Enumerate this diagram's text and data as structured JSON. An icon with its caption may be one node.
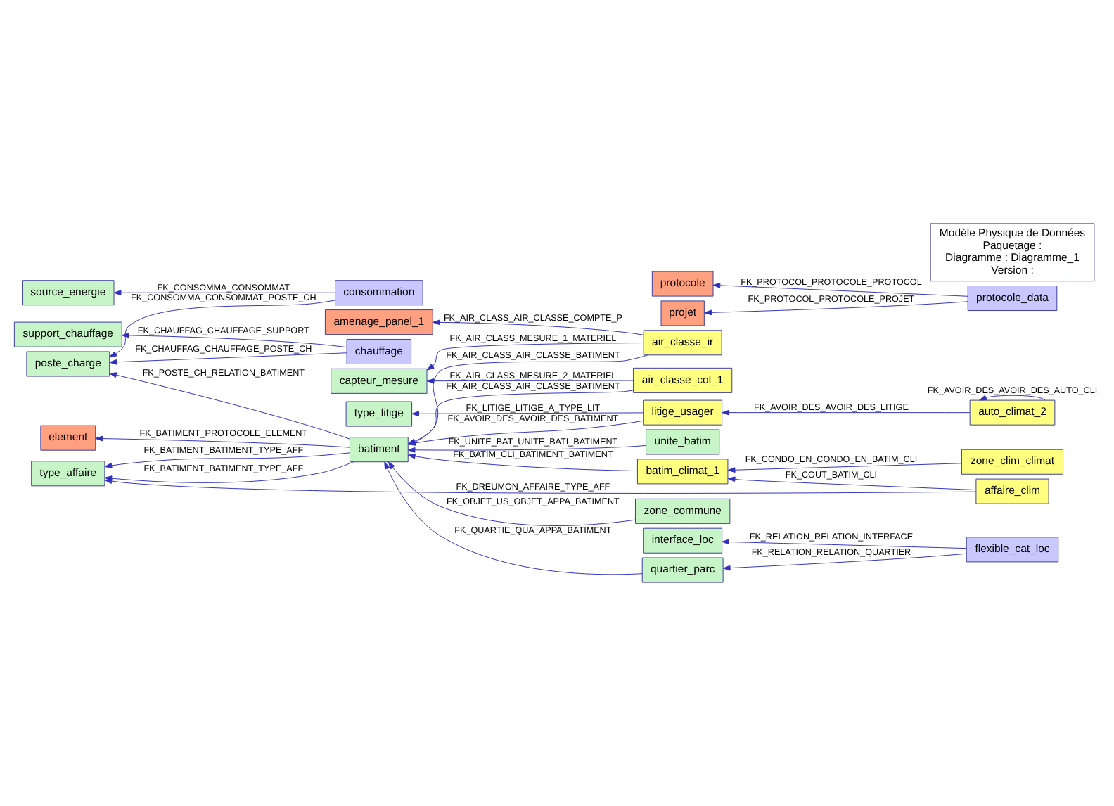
{
  "diagram": {
    "nodes": [
      {
        "text": [
          "support_chauffage"
        ]
      },
      {
        "text": [
          "chauffage"
        ]
      },
      {
        "text": [
          "poste_charge"
        ]
      },
      {
        "text": [
          "batiment"
        ]
      },
      {
        "text": [
          "consommation"
        ]
      },
      {
        "text": [
          "source_energie"
        ]
      },
      {
        "text": [
          "type_litige"
        ]
      },
      {
        "text": [
          "litige_usager"
        ]
      },
      {
        "text": [
          "batim_climat_1"
        ]
      },
      {
        "text": [
          "zone_clim_climat"
        ]
      },
      {
        "text": [
          "affaire_clim"
        ]
      },
      {
        "text": [
          "type_affaire"
        ]
      },
      {
        "text": [
          "protocole"
        ]
      },
      {
        "text": [
          "element"
        ]
      },
      {
        "text": [
          "unite_batim"
        ]
      },
      {
        "text": [
          "air_classe_ir"
        ]
      },
      {
        "text": [
          "air_classe_col_1"
        ]
      },
      {
        "text": [
          "quartier_parc"
        ]
      },
      {
        "text": [
          "flexible_cat_loc"
        ]
      },
      {
        "text": [
          "interface_loc"
        ]
      },
      {
        "text": [
          "zone_commune"
        ]
      },
      {
        "text": [
          "amenage_panel_1"
        ]
      },
      {
        "text": [
          "capteur_mesure"
        ]
      },
      {
        "text": [
          "auto_climat_2"
        ]
      },
      {
        "text": [
          "protocole_data"
        ]
      },
      {
        "text": [
          "projet"
        ]
      },
      {
        "text": [
          "Modèle Physique de Données",
          "Paquetage :",
          "Diagramme : Diagramme_1",
          "Version :"
        ]
      }
    ],
    "edges": [
      {
        "from": 1,
        "to": 0,
        "arrow": "to",
        "label": "FK_CHAUFFAG_CHAUFFAGE_SUPPORT"
      },
      {
        "from": 1,
        "to": 2,
        "arrow": "to",
        "label": "FK_CHAUFFAG_CHAUFFAGE_POSTE_CH"
      },
      {
        "from": 3,
        "to": 2,
        "arrow": "to",
        "label": "FK_POSTE_CH_RELATION_BATIMENT"
      },
      {
        "from": 4,
        "to": 2,
        "arrow": "to",
        "label": "FK_CONSOMMA_CONSOMMAT_POSTE_CH"
      },
      {
        "from": 4,
        "to": 5,
        "arrow": "to",
        "label": "FK_CONSOMMA_CONSOMMAT"
      },
      {
        "from": 7,
        "to": 6,
        "arrow": "to",
        "label": "FK_LITIGE_LITIGE_A_TYPE_LIT"
      },
      {
        "from": 7,
        "to": 3,
        "arrow": "to",
        "label": "FK_AVOIR_DES_AVOIR_DES_BATIMENT"
      },
      {
        "from": 9,
        "to": 8,
        "arrow": "to",
        "label": "FK_CONDO_EN_CONDO_EN_BATIM_CLI"
      },
      {
        "from": 8,
        "to": 3,
        "arrow": "to",
        "label": "FK_BATIM_CLI_BATIMENT_BATIMENT"
      },
      {
        "from": 10,
        "to": 8,
        "arrow": "to",
        "label": "FK_COUT_BATIM_CLI"
      },
      {
        "from": 10,
        "to": 11,
        "arrow": "to",
        "label": "FK_DREUMON_AFFAIRE_TYPE_AFF"
      },
      {
        "from": 3,
        "to": 11,
        "arrow": "to",
        "label": "FK_BATIMENT_BATIMENT_TYPE_AFF"
      },
      {
        "from": 3,
        "to": 11,
        "arrow": "to",
        "label": "FK_BATIMENT_BATIMENT_TYPE_AFF"
      },
      {
        "from": 3,
        "to": 13,
        "arrow": "to",
        "label": "FK_BATIMENT_PROTOCOLE_ELEMENT"
      },
      {
        "from": 14,
        "to": 3,
        "arrow": "to",
        "label": "FK_UNITE_BAT_UNITE_BATI_BATIMENT"
      },
      {
        "from": 15,
        "to": 3,
        "arrow": "to",
        "label": "FK_AIR_CLASS_AIR_CLASSE_BATIMENT"
      },
      {
        "from": 16,
        "to": 3,
        "arrow": "to",
        "label": "FK_AIR_CLASS_AIR_CLASSE_BATIMENT"
      },
      {
        "from": 17,
        "to": 3,
        "arrow": "to",
        "label": "FK_QUARTIE_QUA_APPA_BATIMENT"
      },
      {
        "from": 18,
        "to": 17,
        "arrow": "to",
        "label": "FK_RELATION_RELATION_QUARTIER"
      },
      {
        "from": 18,
        "to": 19,
        "arrow": "to",
        "label": "FK_RELATION_RELATION_INTERFACE"
      },
      {
        "from": 20,
        "to": 3,
        "arrow": "to",
        "label": "FK_OBJET_US_OBJET_APPA_BATIMENT"
      },
      {
        "from": 15,
        "to": 21,
        "arrow": "to",
        "label": "FK_AIR_CLASS_AIR_CLASSE_COMPTE_P"
      },
      {
        "from": 15,
        "to": 22,
        "arrow": "to",
        "label": "FK_AIR_CLASS_MESURE_1_MATERIEL"
      },
      {
        "from": 16,
        "to": 22,
        "arrow": "to",
        "label": "FK_AIR_CLASS_MESURE_2_MATERIEL"
      },
      {
        "from": 23,
        "to": 7,
        "arrow": "to",
        "label": "FK_AVOIR_DES_AVOIR_DES_LITIGE"
      },
      {
        "from": 23,
        "to": 23,
        "arrow": "to",
        "label": "FK_AVOIR_DES_AVOIR_DES_AUTO_CLI"
      },
      {
        "from": 24,
        "to": 12,
        "arrow": "to",
        "label": "FK_PROTOCOL_PROTOCOLE_PROTOCOL"
      },
      {
        "from": 24,
        "to": 25,
        "arrow": "to",
        "label": "FK_PROTOCOL_PROTOCOLE_PROJET"
      }
    ]
  }
}
